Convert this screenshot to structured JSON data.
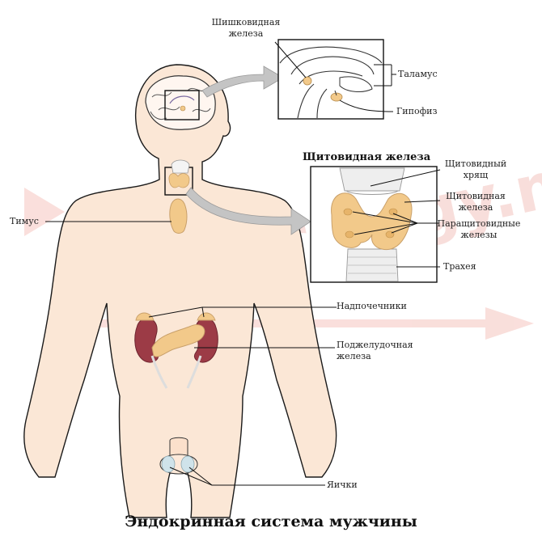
{
  "title": "Эндокринная система мужчины",
  "thyroid_inset_title": "Щитовидная железа",
  "labels": {
    "pineal_1": "Шишковидная",
    "pineal_2": "железа",
    "thalamus": "Таламус",
    "pituitary": "Гипофиз",
    "thyroid_cartilage_1": "Щитовидный",
    "thyroid_cartilage_2": "хрящ",
    "thyroid_gland_1": "Щитовидная",
    "thyroid_gland_2": "железа",
    "parathyroid_1": "Паращитовидные",
    "parathyroid_2": "железы",
    "trachea": "Трахея",
    "thymus": "Тимус",
    "adrenals": "Надпочечники",
    "pancreas_1": "Поджелудочная",
    "pancreas_2": "железа",
    "testes": "Яички"
  },
  "watermark": "Andrology.med",
  "colors": {
    "skin": "#fbe7d6",
    "outline": "#1a1a1a",
    "gland": "#f2c98a",
    "kidney": "#9c3b46",
    "watermark": "#f6d3cf",
    "arrow": "#c4c4c4"
  }
}
